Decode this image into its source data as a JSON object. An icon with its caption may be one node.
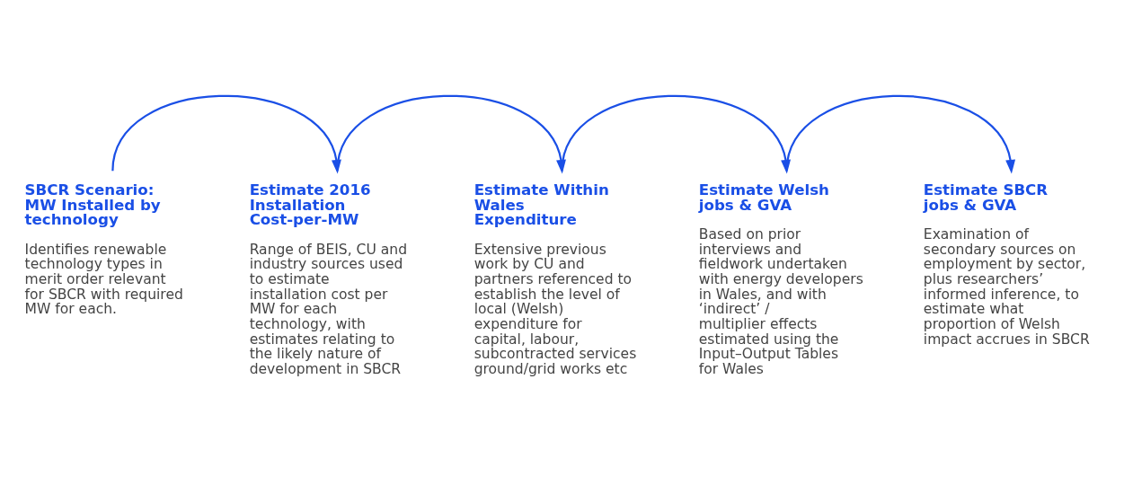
{
  "diagram": {
    "nodes": [
      {
        "text": [
          "SBCR Scenario: MW Installed by technology",
          "Identifies renewable technology types in merit order relevant for SBCR with required MW for each."
        ]
      },
      {
        "text": [
          "Estimate 2016 Installation Cost-per-MW",
          "Range of BEIS, CU and industry sources used to estimate installation cost per MW for each technology, with estimates relating to the likely nature of development in SBCR"
        ]
      },
      {
        "text": [
          "Estimate Within Wales Expenditure",
          "Extensive previous work by CU and partners referenced to establish the level of local (Welsh) expenditure for capital, labour, subcontracted services ground/grid works etc"
        ]
      },
      {
        "text": [
          "Estimate Welsh jobs & GVA",
          "Based on prior interviews and fieldwork undertaken with energy developers in Wales, and with ‘indirect’ / multiplier effects estimated using the Input–Output Tables for Wales"
        ]
      },
      {
        "text": [
          "Estimate SBCR jobs & GVA",
          "Examination of secondary sources on employment by sector, plus researchers’ informed inference, to estimate what proportion of Welsh impact accrues in SBCR"
        ]
      }
    ],
    "edges": [
      {
        "from": 0,
        "to": 1,
        "arrow": "to"
      },
      {
        "from": 1,
        "to": 2,
        "arrow": "to"
      },
      {
        "from": 2,
        "to": 3,
        "arrow": "to"
      },
      {
        "from": 3,
        "to": 4,
        "arrow": "to"
      }
    ]
  }
}
